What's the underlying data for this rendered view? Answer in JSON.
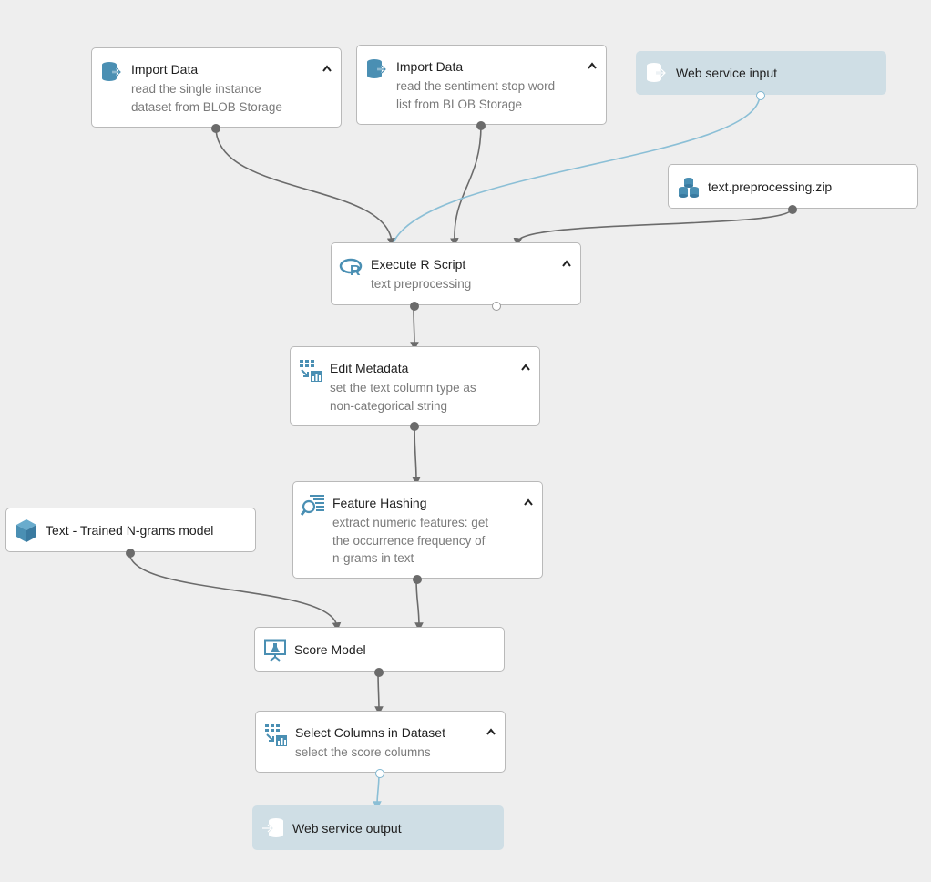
{
  "nodes": {
    "import1": {
      "title": "Import Data",
      "desc1": "read the single instance",
      "desc2": "dataset from BLOB Storage",
      "icon": "import-data-icon"
    },
    "import2": {
      "title": "Import Data",
      "desc1": "read the sentiment stop word",
      "desc2": "list from BLOB Storage",
      "icon": "import-data-icon"
    },
    "wsinput": {
      "title": "Web service input",
      "icon": "web-service-input-icon"
    },
    "zip": {
      "title": "text.preprocessing.zip",
      "icon": "dataset-icon"
    },
    "rscript": {
      "title": "Execute R Script",
      "desc1": "text preprocessing",
      "icon": "r-script-icon"
    },
    "metadata": {
      "title": "Edit Metadata",
      "desc1": "set the text column type as",
      "desc2": "non-categorical string",
      "icon": "edit-metadata-icon"
    },
    "hashing": {
      "title": "Feature Hashing",
      "desc1": "extract numeric features: get",
      "desc2": "the occurrence frequency of",
      "desc3": "n-grams in text",
      "icon": "feature-hashing-icon"
    },
    "ngrams": {
      "title": "Text - Trained N-grams model",
      "icon": "trained-model-icon"
    },
    "score": {
      "title": "Score Model",
      "icon": "score-model-icon"
    },
    "select": {
      "title": "Select Columns in Dataset",
      "desc1": "select the score columns",
      "icon": "select-columns-icon"
    },
    "wsoutput": {
      "title": "Web service output",
      "icon": "web-service-output-icon"
    }
  },
  "colors": {
    "canvas": "#eeeeee",
    "node_border": "#b9b9b9",
    "service_node": "#cfdee5",
    "icon_blue": "#4a8fb3",
    "edge": "#6b6b6b",
    "service_edge": "#8bbfd6"
  }
}
